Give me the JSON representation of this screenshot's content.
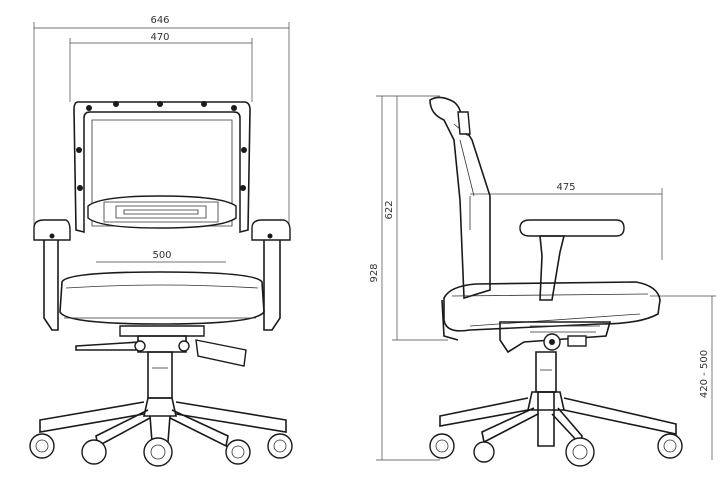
{
  "dimensions": {
    "front_overall_width": "646",
    "front_seat_width": "470",
    "front_seat_depth": "500",
    "side_back_height": "622",
    "side_total_height": "928",
    "side_armrest_depth": "475",
    "side_seat_height": "420 - 500"
  }
}
